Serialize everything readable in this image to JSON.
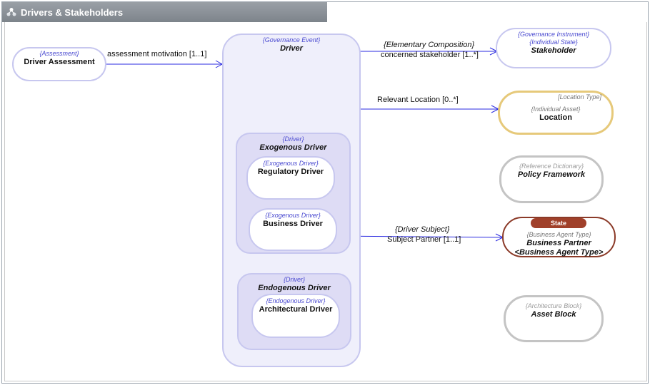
{
  "window": {
    "title": "Drivers & Stakeholders",
    "title_icon": "diagram-icon"
  },
  "nodes": {
    "driver_assessment": {
      "stereotype": "{Assessment}",
      "name": "Driver Assessment"
    },
    "driver": {
      "stereotype": "{Governance Event}",
      "name": "Driver"
    },
    "exogenous": {
      "stereotype": "{Driver}",
      "name": "Exogenous Driver"
    },
    "regulatory": {
      "stereotype": "{Exogenous Driver}",
      "name": "Regulatory Driver"
    },
    "business_driver": {
      "stereotype": "{Exogenous Driver}",
      "name": "Business Driver"
    },
    "endogenous": {
      "stereotype": "{Driver}",
      "name": "Endogenous Driver"
    },
    "architectural": {
      "stereotype": "{Endogenous Driver}",
      "name": "Architectural Driver"
    },
    "stakeholder": {
      "stereotype1": "{Governance Instrument}",
      "stereotype2": "{Individual State}",
      "name": "Stakeholder"
    },
    "location": {
      "type_tag": "[Location Type]",
      "stereotype": "{Individual Asset}",
      "name": "Location"
    },
    "policy": {
      "stereotype": "{Reference Dictionary}",
      "name": "Policy Framework"
    },
    "business_partner": {
      "badge": "State",
      "stereotype": "{Business Agent Type}",
      "name": "Business Partner",
      "name2": "<Business Agent Type>"
    },
    "asset_block": {
      "stereotype": "{Architecture Block}",
      "name": "Asset Block"
    }
  },
  "edges": {
    "assessment_motivation": "assessment motivation [1..1]",
    "composition_stereotype": "{Elementary Composition}",
    "concerned_stakeholder": "concerned stakeholder [1..*]",
    "relevant_location": "Relevant Location [0..*]",
    "driver_subject_stereotype": "{Driver Subject}",
    "subject_partner": "Subject Partner [1..1]"
  },
  "colors": {
    "blue_border": "#c7c7ef",
    "gold_border": "#e6c97a",
    "gray_border": "#c4c4c4",
    "state_border": "#8b3a28",
    "arrow": "#2a2ae0"
  }
}
